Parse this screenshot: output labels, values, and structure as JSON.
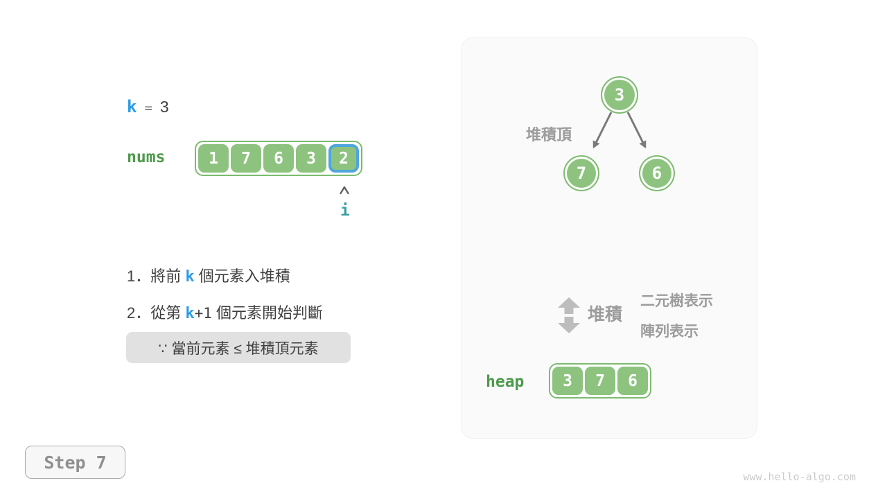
{
  "colors": {
    "accent_blue": "#2D9CE8",
    "highlight_ring_blue": "#4FA6DC",
    "cell_green": "#8DC37F",
    "green_border": "#7CBB6E",
    "green_text": "#4D9A4B",
    "teal_index": "#38A0A2",
    "dark_text": "#3F3F3F",
    "gray_label": "#9C9C9C",
    "arrow_gray": "#7A7A7A",
    "double_arrow_gray": "#BDBDBD",
    "note_bg": "#E1E1E1",
    "panel_bg": "#FAFAFA"
  },
  "icons": {
    "index_pointer": "caret-up-icon",
    "heap_transform": "double-vertical-arrow-icon",
    "tree_edges": "arrow-down-diagonal"
  },
  "left": {
    "k_line": {
      "variable": "k",
      "operator": "=",
      "value": "3"
    },
    "nums": {
      "label": "nums",
      "cells": [
        "1",
        "7",
        "6",
        "3",
        "2"
      ],
      "highlighted_index": 4,
      "pointer_label": "i"
    },
    "steps": [
      {
        "segments": [
          {
            "text": "1．將前 "
          },
          {
            "text": "k"
          },
          {
            "text": " 個元素入堆積"
          }
        ]
      },
      {
        "segments": [
          {
            "text": "2．從第 "
          },
          {
            "text": "k"
          },
          {
            "text": "+1"
          },
          {
            "text": " 個元素開始判斷"
          }
        ]
      }
    ],
    "note": "∵ 當前元素 ≤ 堆積頂元素"
  },
  "panel": {
    "tree": {
      "top_label": "堆積頂",
      "root": "3",
      "left_child": "7",
      "right_child": "6"
    },
    "transform": {
      "arrow_label": "堆積",
      "repr_line_1": "二元樹表示",
      "repr_line_2": "陣列表示"
    },
    "heap": {
      "label": "heap",
      "cells": [
        "3",
        "7",
        "6"
      ]
    }
  },
  "footer": {
    "step_label": "Step 7",
    "watermark": "www.hello-algo.com"
  }
}
